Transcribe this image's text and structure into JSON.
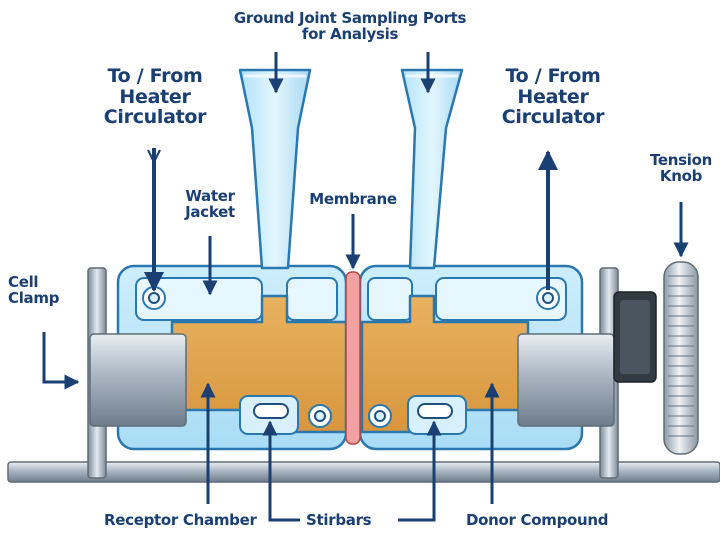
{
  "labels": {
    "ports": "Ground Joint Sampling Ports\nfor Analysis",
    "heater_left": "To / From\nHeater\nCirculator",
    "heater_right": "To / From\nHeater\nCirculator",
    "tension_knob": "Tension\nKnob",
    "water_jacket": "Water\nJacket",
    "membrane": "Membrane",
    "cell_clamp": "Cell\nClamp",
    "receptor_chamber": "Receptor Chamber",
    "stirbars": "Stirbars",
    "donor_compound": "Donor Compound"
  },
  "colors": {
    "glass": "#bfe6f9",
    "glass_edge": "#2a78b0",
    "chamber": "#e0a24c",
    "membrane": "#f3a0a0",
    "label": "#1a3f73",
    "arrow": "#1a3f73",
    "metal": "#9aa7b4"
  }
}
